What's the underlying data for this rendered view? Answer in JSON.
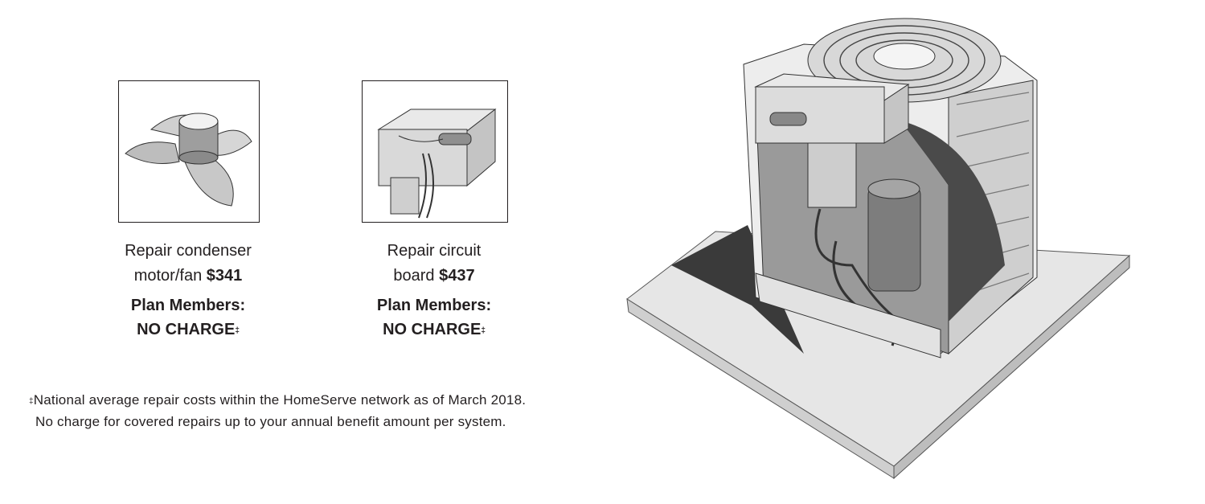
{
  "items": [
    {
      "title_line1": "Repair condenser",
      "title_line2": "motor/fan",
      "price": "$341",
      "plan_label": "Plan Members:",
      "plan_value": "NO CHARGE",
      "mark": "‡",
      "icon": "condenser-fan-motor-illustration"
    },
    {
      "title_line1": "Repair circuit",
      "title_line2": "board",
      "price": "$437",
      "plan_label": "Plan Members:",
      "plan_value": "NO CHARGE",
      "mark": "‡",
      "icon": "circuit-board-illustration"
    }
  ],
  "footnote": {
    "mark": "‡",
    "line1": "National average repair costs within the HomeServe network as of March 2018.",
    "line2": "No charge for covered repairs up to your annual benefit amount per system."
  },
  "main_illustration": "ac-condenser-unit-cutaway"
}
